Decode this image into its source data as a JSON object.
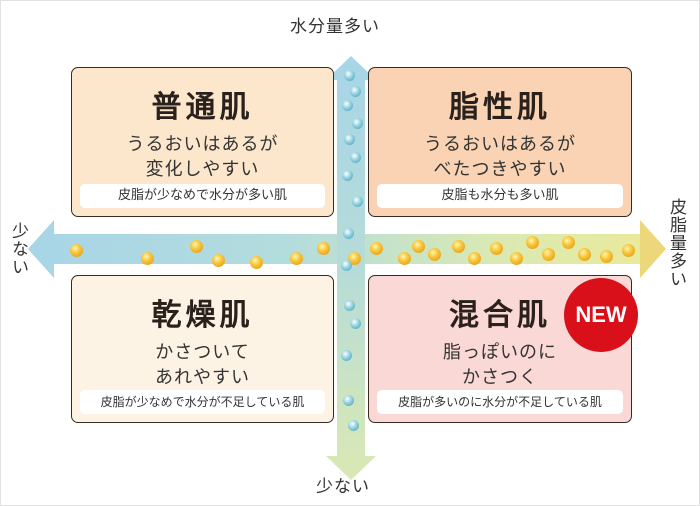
{
  "axes": {
    "top_label": "水分量多い",
    "bottom_label": "少ない",
    "left_label": "少ない",
    "right_label": "皮脂量多い"
  },
  "quadrants": [
    {
      "id": "normal",
      "title": "普通肌",
      "desc": "うるおいはあるが\n変化しやすい",
      "note": "皮脂が少なめで水分が多い肌",
      "bg": "#fce7cd"
    },
    {
      "id": "oily",
      "title": "脂性肌",
      "desc": "うるおいはあるが\nべたつきやすい",
      "note": "皮脂も水分も多い肌",
      "bg": "#f9d3b3"
    },
    {
      "id": "dry",
      "title": "乾燥肌",
      "desc": "かさついて\nあれやすい",
      "note": "皮脂が少なめで水分が不足している肌",
      "bg": "#fdf3e5"
    },
    {
      "id": "combination",
      "title": "混合肌",
      "desc": "脂っぽいのに\nかさつく",
      "note": "皮脂が多いのに水分が不足している肌",
      "bg": "#f9d8d6"
    }
  ],
  "badge": {
    "label": "NEW",
    "color": "#d90f1a"
  },
  "colors": {
    "water_axis": "#a9d6e6",
    "oil_axis": "#ecd77a",
    "oil_dot": "#f2b01e",
    "water_dot": "#5fb3c7"
  }
}
